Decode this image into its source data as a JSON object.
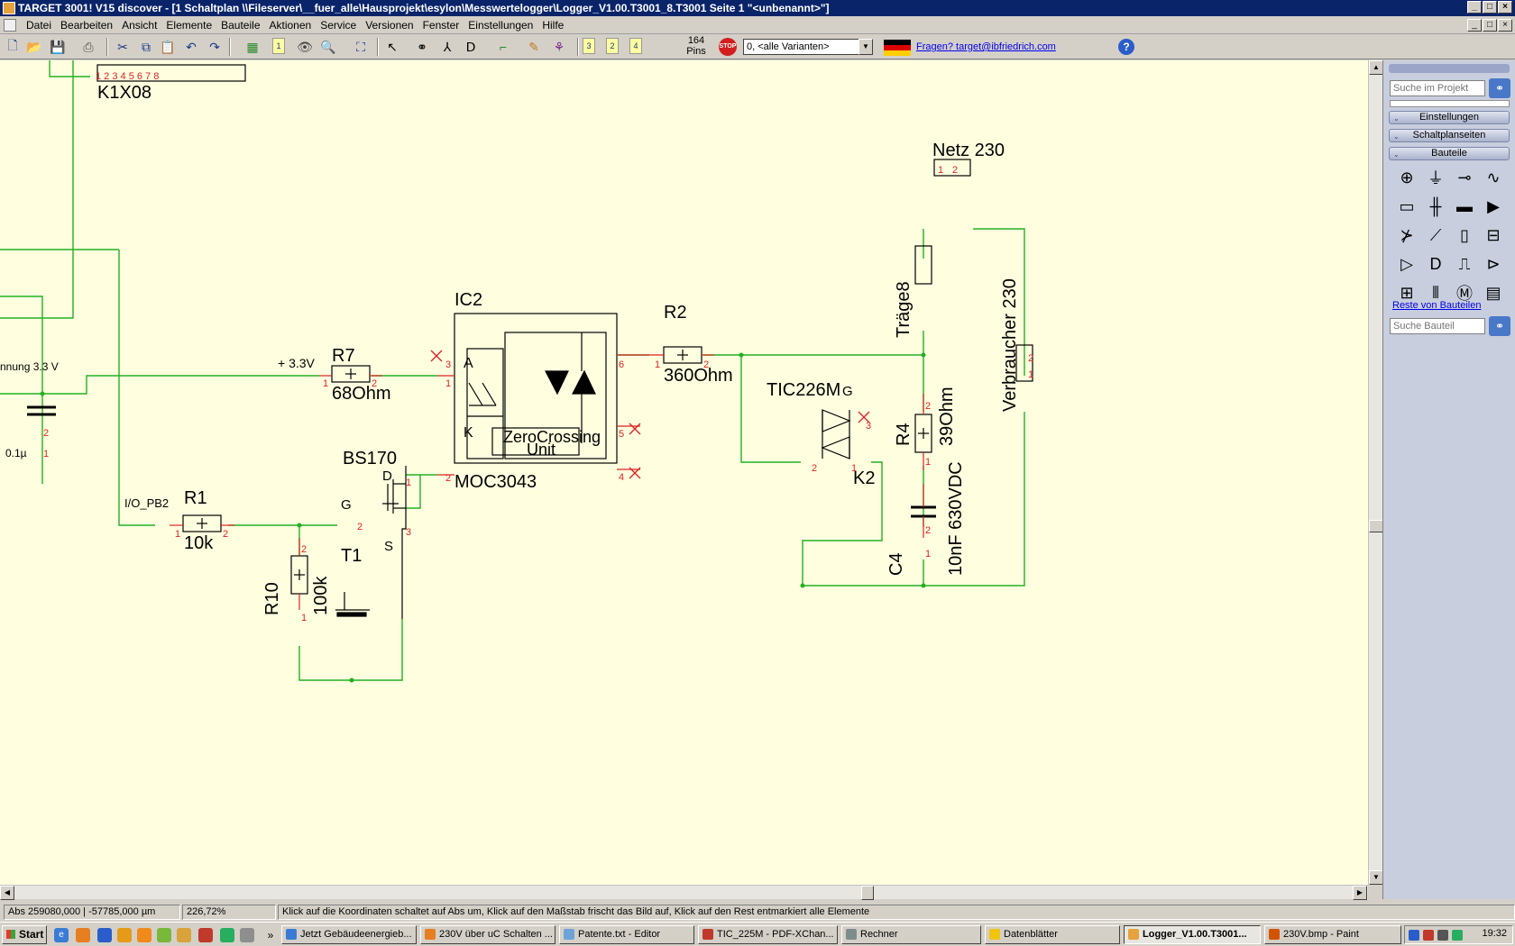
{
  "window": {
    "title": "TARGET 3001! V15 discover - [1 Schaltplan \\\\Fileserver\\__fuer_alle\\Hausprojekt\\esylon\\Messwertelogger\\Logger_V1.00.T3001_8.T3001 Seite 1 \"<unbenannt>\"]"
  },
  "menu": {
    "items": [
      "Datei",
      "Bearbeiten",
      "Ansicht",
      "Elemente",
      "Bauteile",
      "Aktionen",
      "Service",
      "Versionen",
      "Fenster",
      "Einstellungen",
      "Hilfe"
    ]
  },
  "toolbar": {
    "layer_buttons": [
      "1",
      "3",
      "2",
      "4"
    ],
    "pins_count": "164",
    "pins_label": "Pins",
    "stop_label": "STOP",
    "variant_select": "0, <alle Varianten>",
    "help_link": "Fragen? target@ibfriedrich.com",
    "help_icon": "?"
  },
  "schematic": {
    "labels": {
      "k1x08": "K1X08",
      "spannung": "nnung 3.3 V",
      "cap_value": "0.1µ",
      "io_pb2": "I/O_PB2",
      "r1": "R1",
      "r1_val": "10k",
      "r7": "R7",
      "r7_val": "68Ohm",
      "plus33": "+ 3.3V",
      "bs170": "BS170",
      "t1": "T1",
      "r10": "R10",
      "r10_val": "100k",
      "ic2": "IC2",
      "moc": "MOC3043",
      "zero1": "ZeroCrossing",
      "zero2": "Unit",
      "pin_a": "A",
      "pin_k": "K",
      "r2": "R2",
      "r2_val": "360Ohm",
      "tic": "TIC226M",
      "k2": "K2",
      "r4": "R4",
      "r4_val": "39Ohm",
      "c4": "C4",
      "c4_val": "10nF 630VDC",
      "netz": "Netz 230",
      "traege": "Träge8",
      "verbraucher": "Verbraucher 230",
      "g": "G",
      "d": "D",
      "s": "S"
    }
  },
  "panel": {
    "search_project_placeholder": "Suche im Projekt",
    "sections": [
      "Einstellungen",
      "Schaltplanseiten",
      "Bauteile"
    ],
    "rest_link": "Reste von Bauteilen",
    "search_part_placeholder": "Suche Bauteil",
    "part_icons": [
      "source-icon",
      "ground-icon",
      "connector-icon",
      "inductor-icon",
      "resistor-icon",
      "capacitor-icon",
      "battery-icon",
      "diode-icon",
      "transistor-icon",
      "switch-icon",
      "crystal-icon",
      "fuse-icon",
      "opamp-icon",
      "gate-icon",
      "clock-icon",
      "led-icon",
      "relay-icon",
      "transformer-icon",
      "motor-icon",
      "display-icon"
    ]
  },
  "status": {
    "coords": "Abs 259080,000 | -57785,000 µm",
    "zoom": "226,72%",
    "hint": "Klick auf die Koordinaten schaltet auf Abs um, Klick auf den Maßstab frischt das Bild auf, Klick auf den Rest entmarkiert alle Elemente"
  },
  "taskbar": {
    "start": "Start",
    "tasks": [
      "Jetzt Gebäudeenergieb...",
      "230V über uC Schalten ...",
      "Patente.txt - Editor",
      "TIC_225M - PDF-XChan...",
      "Rechner",
      "Datenblätter",
      "Logger_V1.00.T3001...",
      "230V.bmp - Paint"
    ],
    "clock": "19:32"
  }
}
